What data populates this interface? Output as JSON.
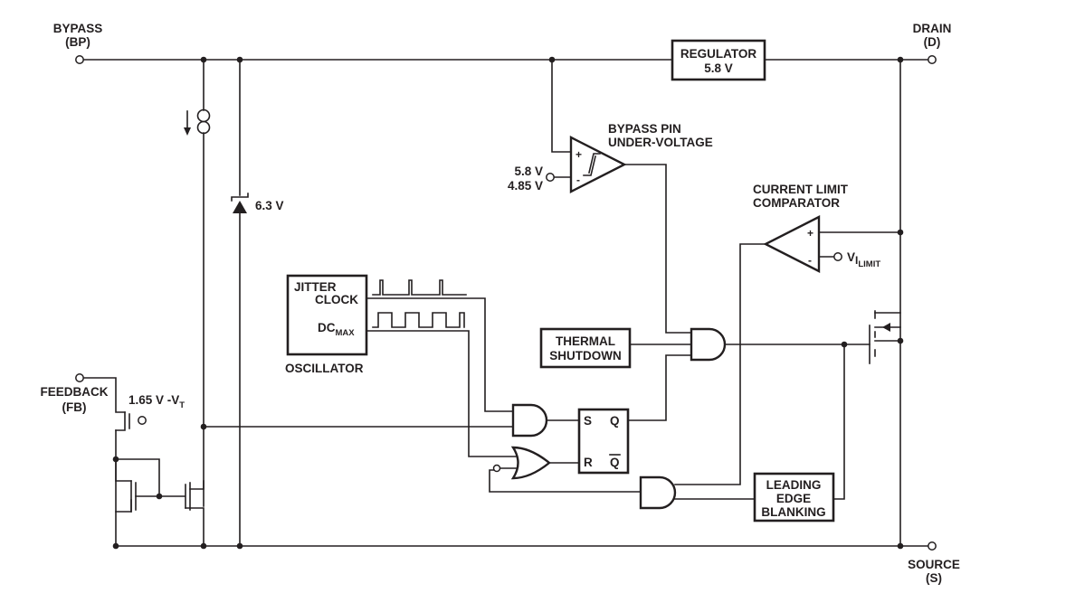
{
  "pins": {
    "bypass_name": "BYPASS",
    "bypass_abbr": "(BP)",
    "drain_name": "DRAIN",
    "drain_abbr": "(D)",
    "feedback_name": "FEEDBACK",
    "feedback_abbr": "(FB)",
    "source_name": "SOURCE",
    "source_abbr": "(S)"
  },
  "blocks": {
    "regulator_line1": "REGULATOR",
    "regulator_line2": "5.8 V",
    "oscillator_line1": "JITTER",
    "oscillator_line2": "CLOCK",
    "oscillator_dc": "DC",
    "oscillator_dc_sub": "MAX",
    "oscillator_name": "OSCILLATOR",
    "thermal_line1": "THERMAL",
    "thermal_line2": "SHUTDOWN",
    "leb_line1": "LEADING",
    "leb_line2": "EDGE",
    "leb_line3": "BLANKING"
  },
  "labels": {
    "zener": "6.3 V",
    "uv_title1": "BYPASS PIN",
    "uv_title2": "UNDER-VOLTAGE",
    "uv_ref1": "5.8 V",
    "uv_ref2": "4.85 V",
    "cl_title1": "CURRENT LIMIT",
    "cl_title2": "COMPARATOR",
    "vlimit_main": "V",
    "vlimit_sub": "I",
    "vlimit_sub2": "LIMIT",
    "fb_ref": "1.65 V -V",
    "fb_ref_sub": "T",
    "plus": "+",
    "minus": "-",
    "ff_s": "S",
    "ff_r": "R",
    "ff_q": "Q",
    "ff_qbar": "Q"
  }
}
